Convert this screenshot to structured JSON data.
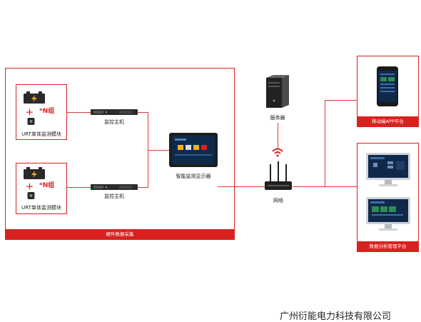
{
  "hardware": {
    "group_top": {
      "multiplier": "＋",
      "n_group": "*N组",
      "module_label": "URT单体监测模块",
      "host_label": "监控主机"
    },
    "group_bottom": {
      "multiplier": "＋",
      "n_group": "*N组",
      "module_label": "URT单体监测模块",
      "host_label": "监控主机"
    },
    "display_label": "智能监测显示器",
    "section_label": "硬件数据采集"
  },
  "network": {
    "server_label": "服务器",
    "router_label": "网络"
  },
  "platforms": {
    "mobile_label": "移动端APP平台",
    "analysis_label": "数据分析管理平台"
  },
  "company": "广州衍能电力科技有限公司",
  "colors": {
    "accent": "#d9221f",
    "line": "#e3383a"
  }
}
